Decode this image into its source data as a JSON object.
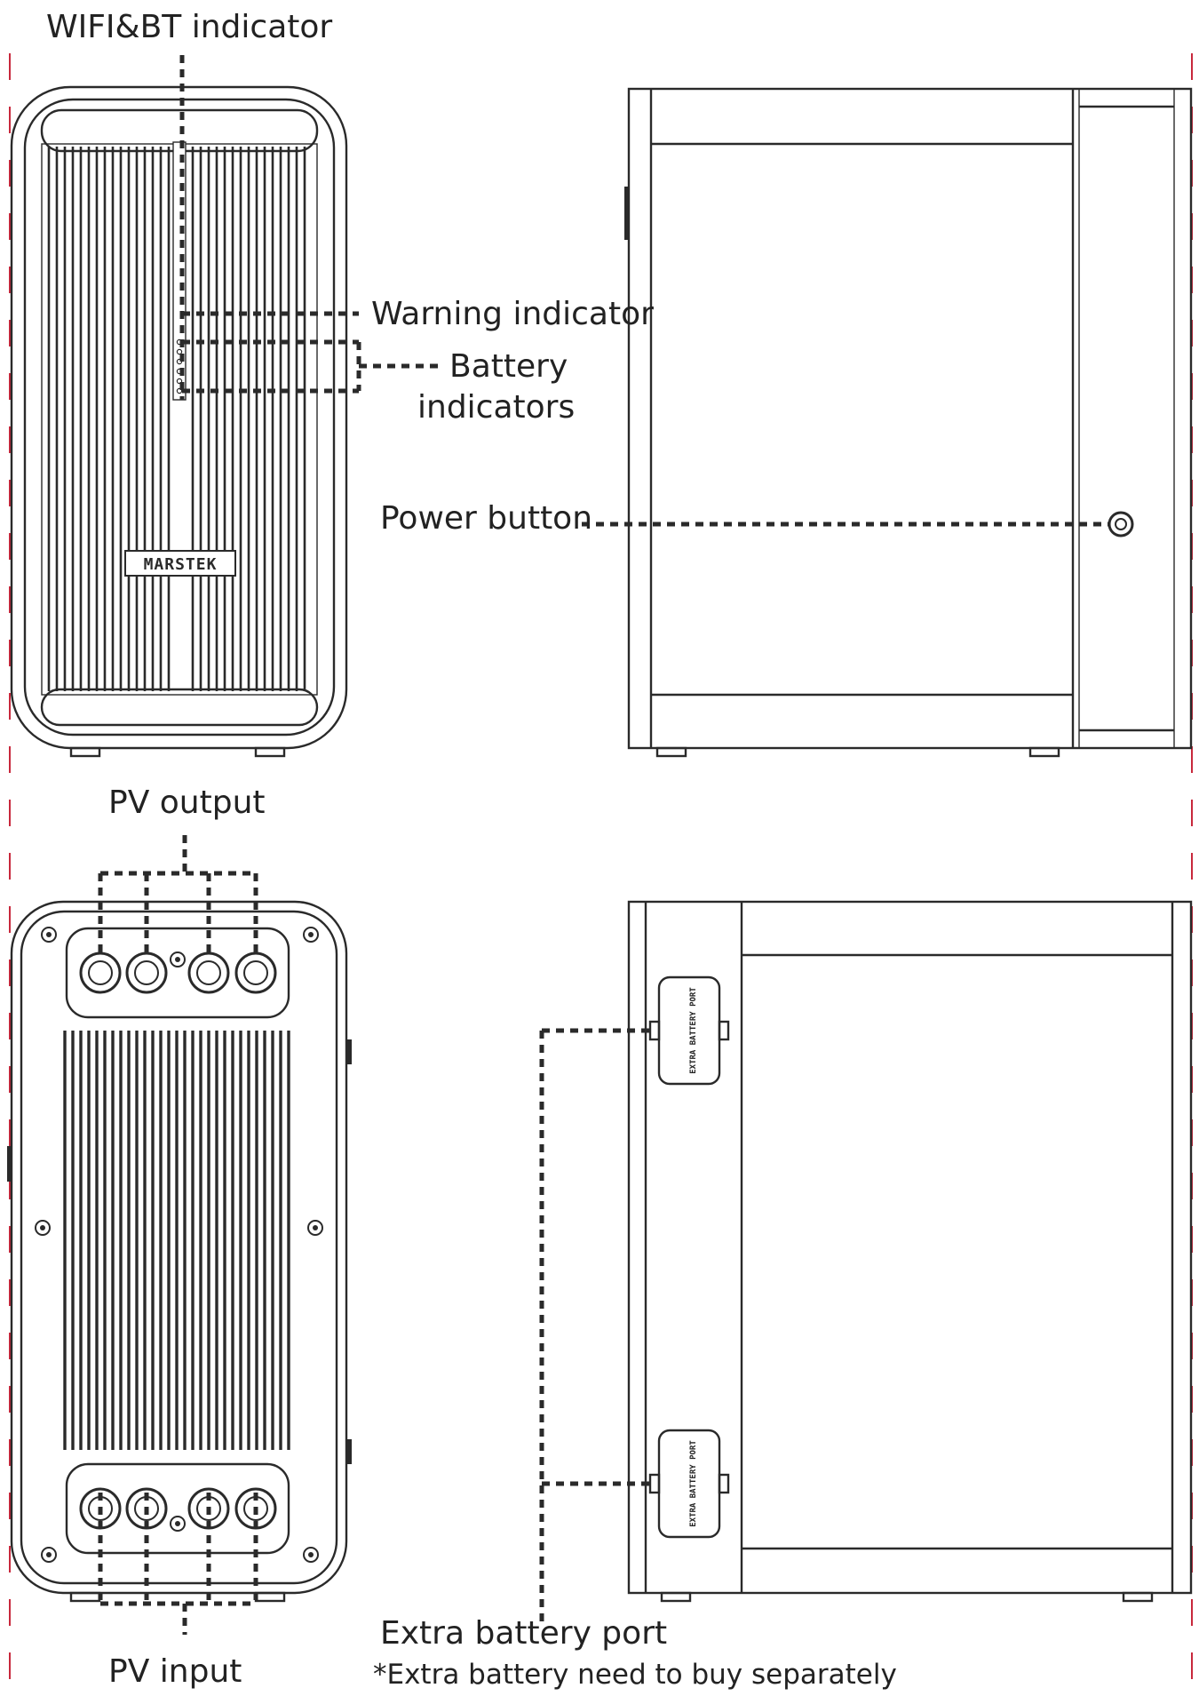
{
  "labels": {
    "wifi_bt": "WIFI&BT indicator",
    "warning": "Warning indicator",
    "battery_line1": "Battery",
    "battery_line2": "indicators",
    "power_button": "Power button",
    "pv_output": "PV output",
    "pv_input": "PV input",
    "extra_port": "Extra battery port",
    "extra_note": "*Extra battery need to buy separately"
  },
  "brand": "MARSTEK",
  "port_plate_text": "EXTRA BATTERY PORT",
  "colors": {
    "line": "#2a2a2a",
    "edge_marks": "#c8283c",
    "background": "#ffffff"
  }
}
